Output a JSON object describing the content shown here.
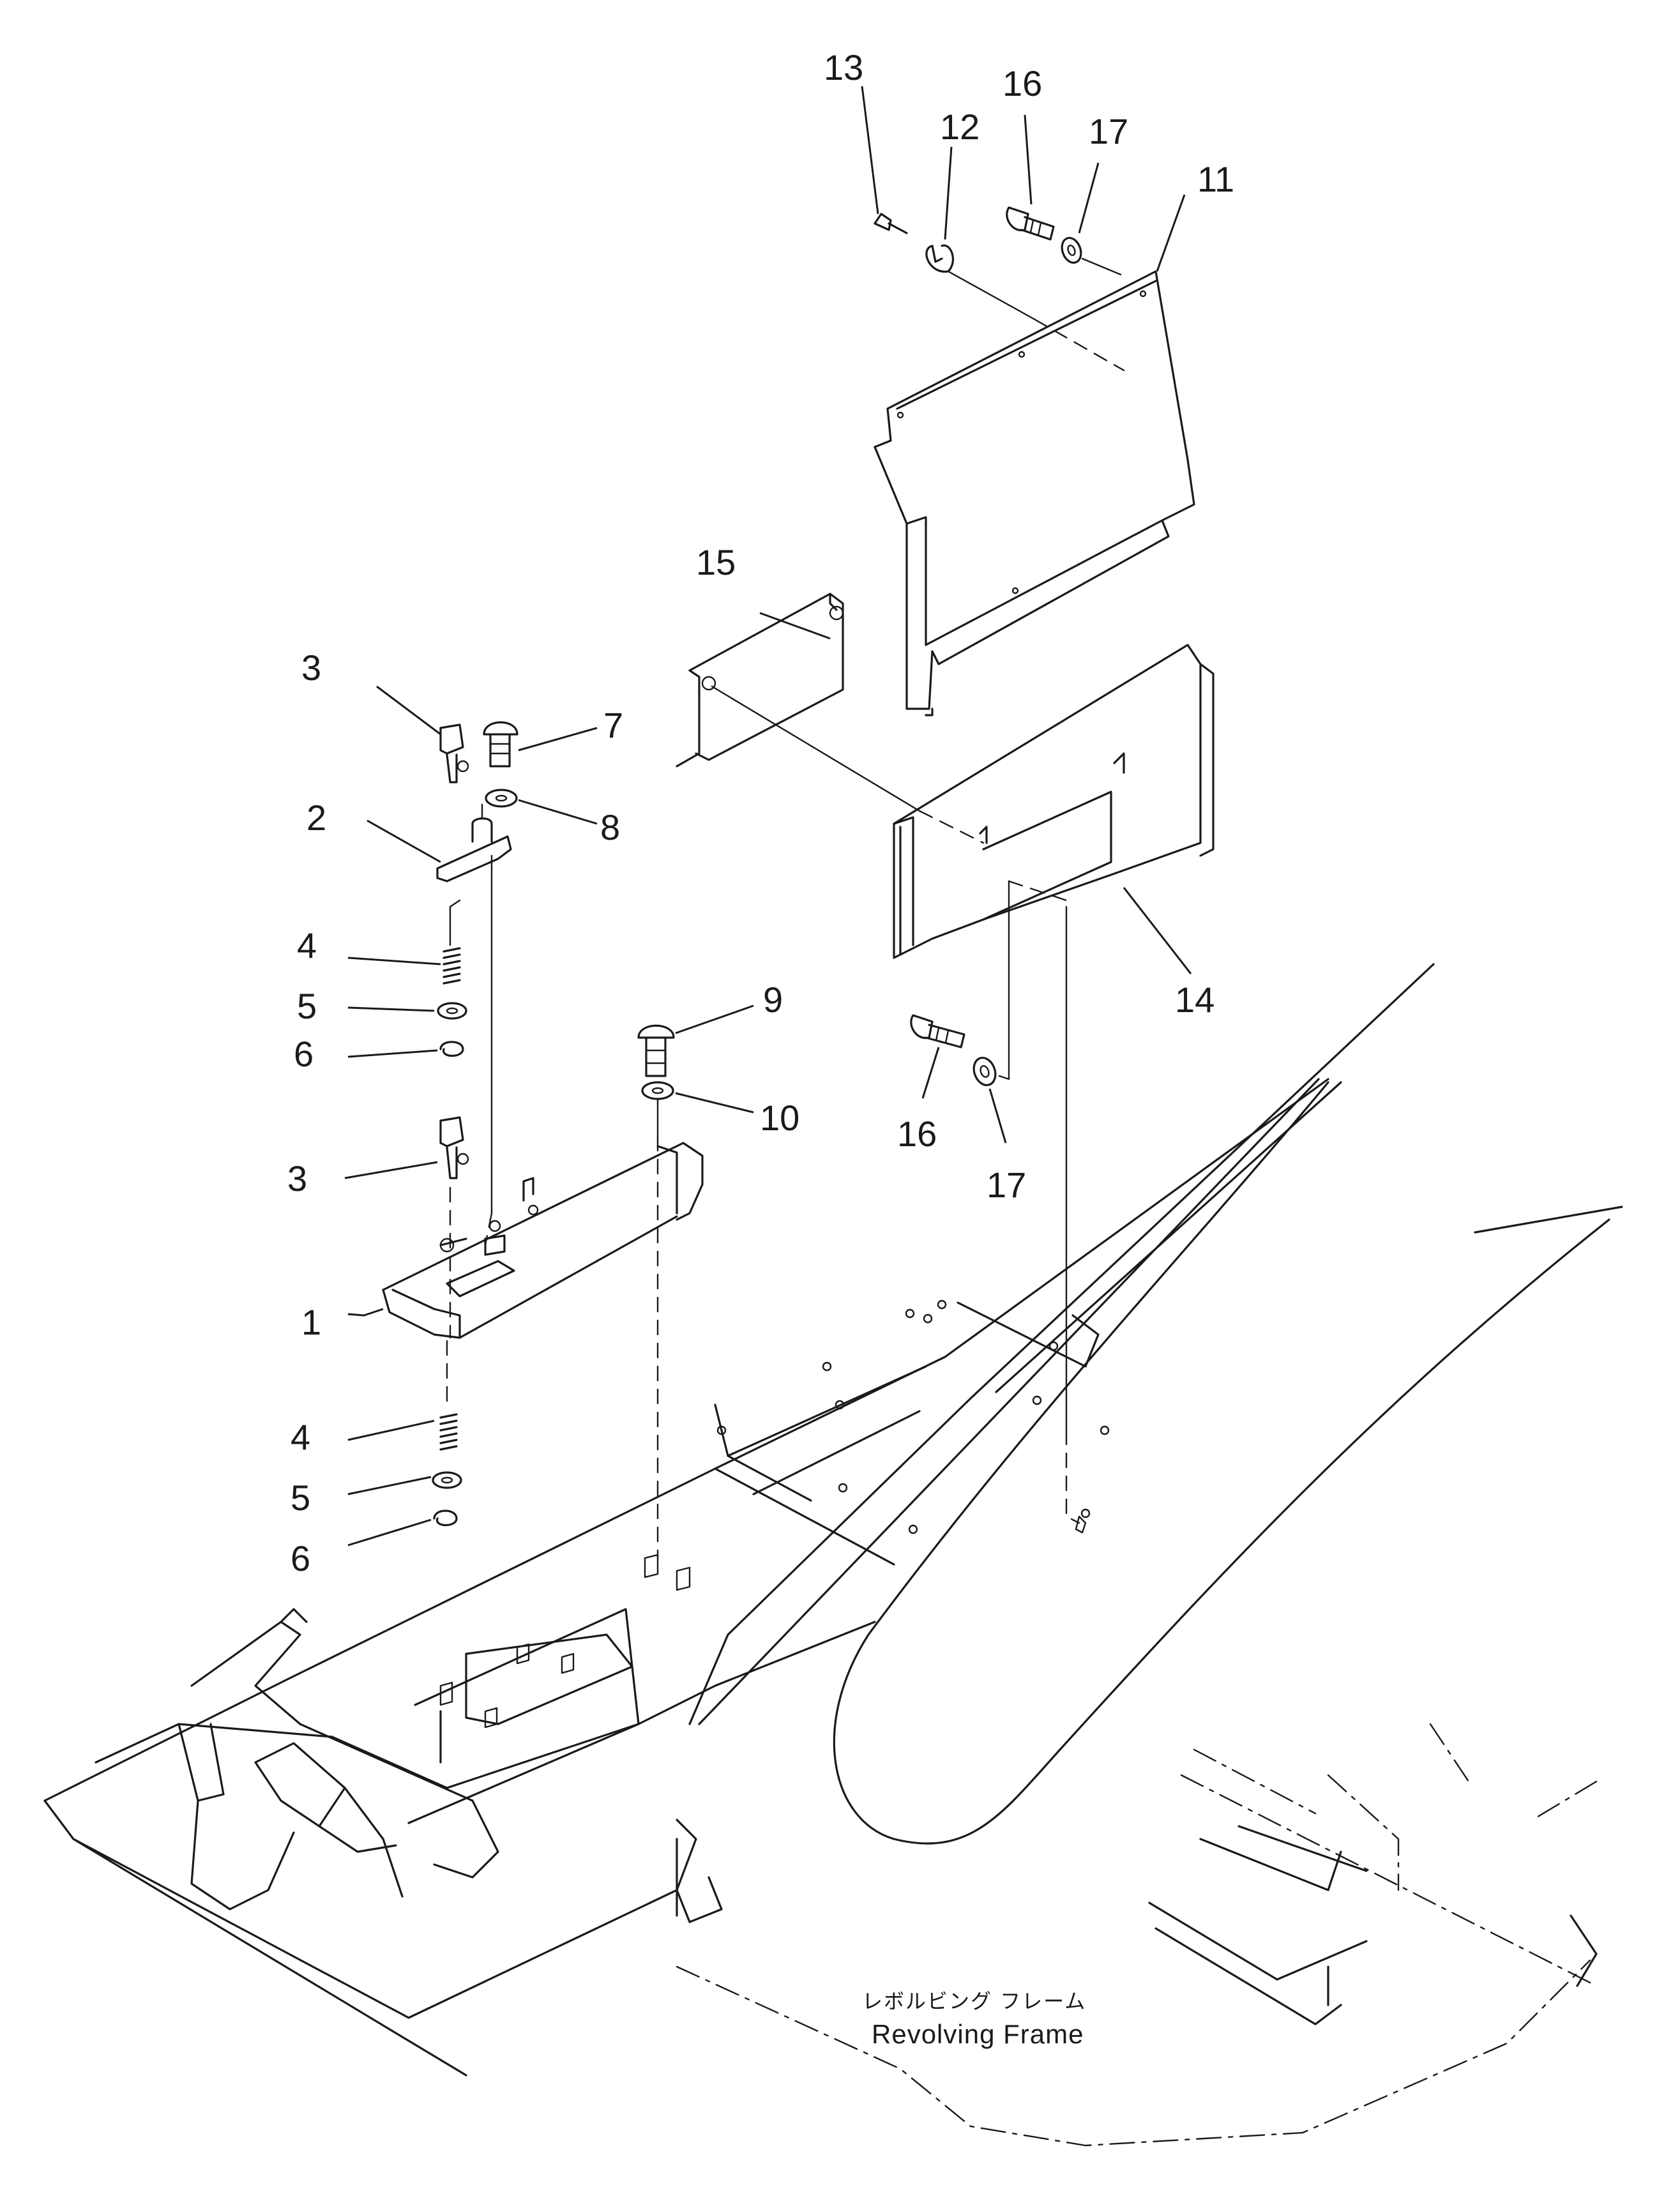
{
  "callouts": [
    "1",
    "2",
    "3",
    "3",
    "4",
    "4",
    "5",
    "5",
    "6",
    "6",
    "7",
    "8",
    "9",
    "10",
    "11",
    "12",
    "13",
    "14",
    "15",
    "16",
    "16",
    "17",
    "17"
  ],
  "caption": {
    "japanese": "レボルビング フレーム",
    "english": "Revolving Frame"
  },
  "colors": {
    "ink": "#1a1a1a",
    "background": "#ffffff"
  }
}
